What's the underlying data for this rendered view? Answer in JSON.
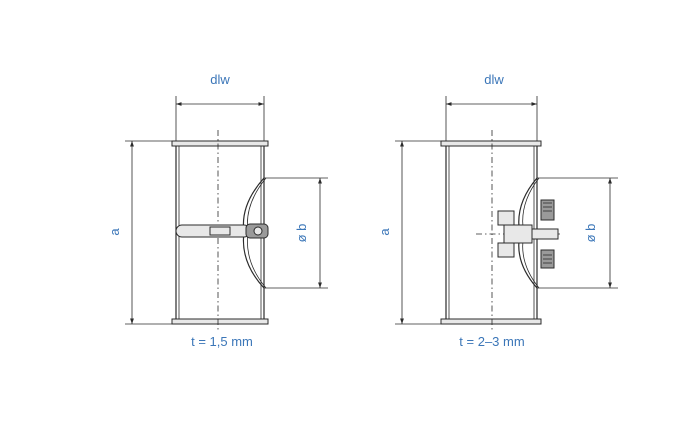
{
  "figures": [
    {
      "dlw_label": "dlw",
      "a_label": "a",
      "b_label": "ø b",
      "thickness_label": "t = 1,5 mm"
    },
    {
      "dlw_label": "dlw",
      "a_label": "a",
      "b_label": "ø b",
      "thickness_label": "t = 2–3 mm"
    }
  ],
  "colors": {
    "label": "#3b76b8",
    "line": "#2b2b2b"
  }
}
